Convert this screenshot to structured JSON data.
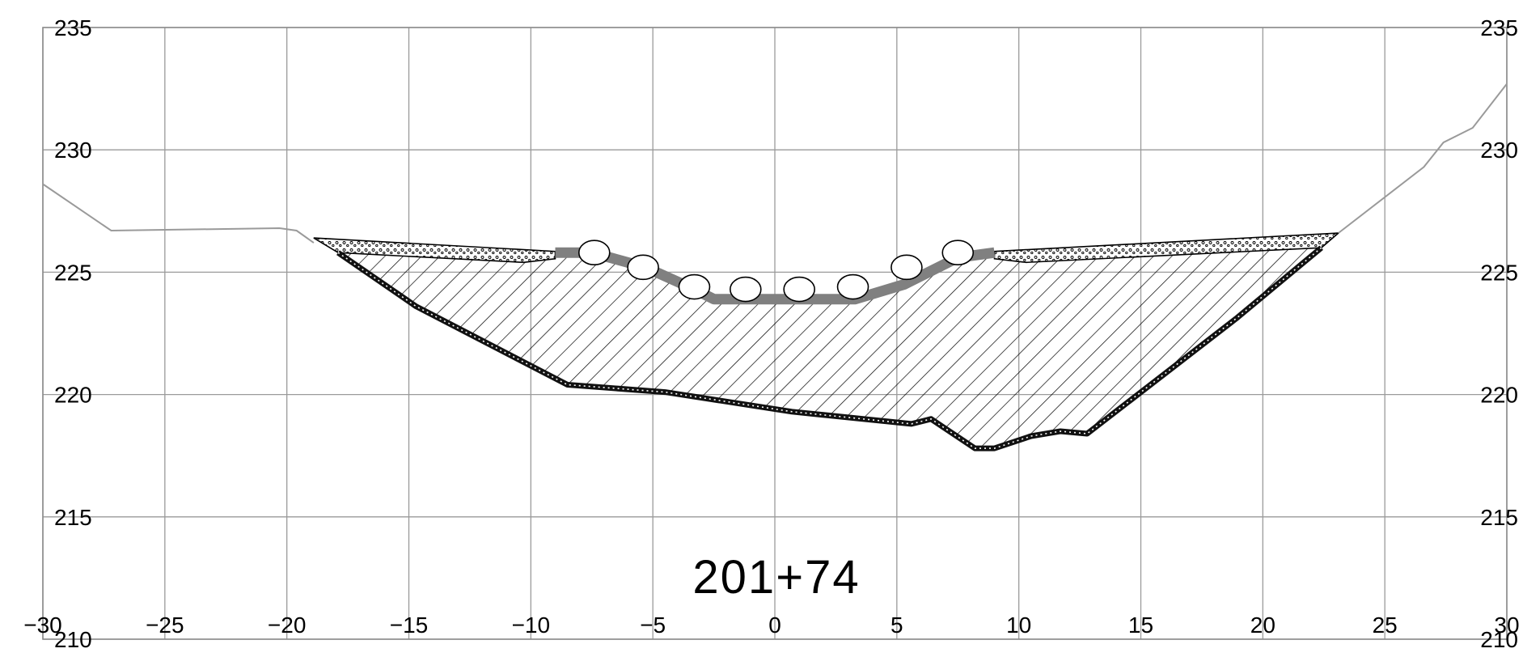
{
  "section_label": "201+74",
  "chart_data": {
    "type": "cross-section",
    "x_ticks": [
      "-30",
      "-25",
      "-20",
      "-15",
      "-10",
      "-5",
      "0",
      "5",
      "10",
      "15",
      "20",
      "25",
      "30"
    ],
    "y_ticks_left": [
      "235",
      "230",
      "225",
      "220",
      "215",
      "210"
    ],
    "y_ticks_right": [
      "235",
      "230",
      "225",
      "220",
      "215",
      "210"
    ],
    "xlim": [
      -30,
      30
    ],
    "ylim": [
      210,
      235
    ],
    "grid": true,
    "existing_ground": {
      "x": [
        -30,
        -27.2,
        -20.3,
        -19.6,
        -18.9
      ],
      "y": [
        228.6,
        226.7,
        226.8,
        226.7,
        226.2
      ]
    },
    "existing_ground_right": {
      "x": [
        23.1,
        26.6,
        27.4,
        28.6,
        30
      ],
      "y": [
        226.6,
        229.3,
        230.3,
        230.9,
        232.7
      ]
    },
    "excavation_bottom": {
      "x": [
        -17.9,
        -14.7,
        -8.5,
        -4.5,
        0.7,
        5.6,
        6.4,
        8.2,
        9.0,
        10.5,
        11.7,
        12.8,
        18.9,
        22.4
      ],
      "y": [
        225.8,
        223.6,
        220.4,
        220.1,
        219.3,
        218.8,
        219.0,
        217.8,
        217.8,
        218.3,
        218.5,
        218.4,
        223.1,
        226.0
      ]
    },
    "channel_surface": {
      "x": [
        -18.9,
        -9.0,
        -7.5,
        -5.3,
        -3.3,
        -2.5,
        3.3,
        5.3,
        7.5,
        9.0,
        23.1
      ],
      "y": [
        226.4,
        225.8,
        225.8,
        225.2,
        224.3,
        223.9,
        223.9,
        224.5,
        225.6,
        225.8,
        226.6
      ]
    },
    "riprap_stones_x": [
      -7.4,
      -5.4,
      -3.3,
      -1.2,
      1.0,
      3.2,
      5.4,
      7.5
    ],
    "riprap_stones_y": [
      225.8,
      225.2,
      224.4,
      224.3,
      224.3,
      224.4,
      225.2,
      225.8
    ]
  }
}
